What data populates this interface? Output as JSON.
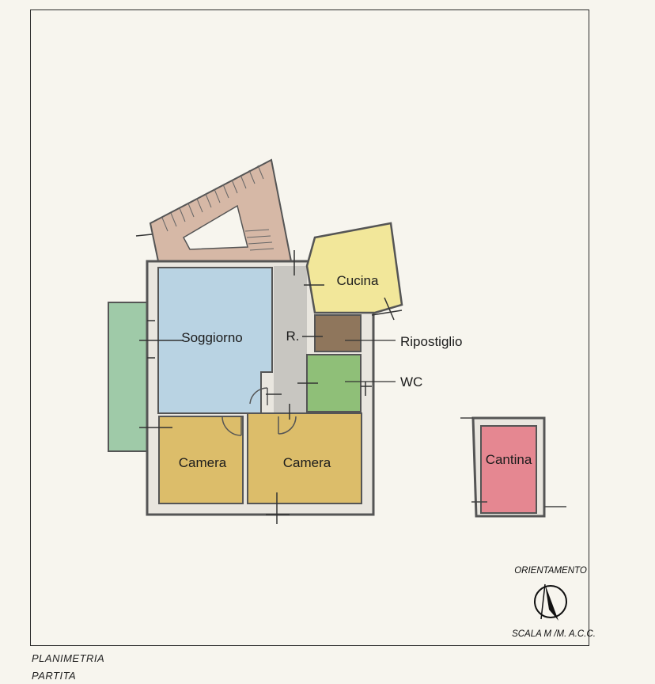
{
  "rooms": {
    "soggiorno": "Soggiorno",
    "ripostiglio_small": "R.",
    "cucina": "Cucina",
    "ripostiglio": "Ripostiglio",
    "wc": "WC",
    "camera_left": "Camera",
    "camera_right": "Camera",
    "cantina": "Cantina"
  },
  "orientation": {
    "title": "ORIENTAMENTO",
    "scale": "SCALA M /M. A.C.C."
  },
  "footer": {
    "line1": "PLANIMETRIA",
    "line2": "PARTITA"
  },
  "colors": {
    "soggiorno": "#b9d3e3",
    "cucina": "#f2e79a",
    "ripostiglio": "#8f765c",
    "wc": "#8fbf78",
    "camera": "#dcbd6a",
    "corridor": "#c8c6c1",
    "balcony": "#9fcaa8",
    "stairs": "#d6b8a6",
    "cantina": "#e58791"
  }
}
